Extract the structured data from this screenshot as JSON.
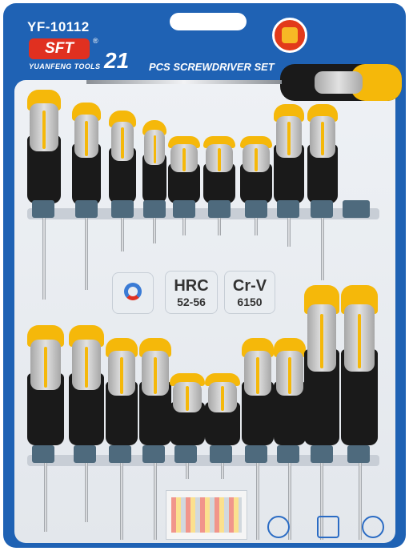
{
  "header": {
    "model": "YF-10112",
    "logo_text": "SFT",
    "registered_mark": "®",
    "brand_line": "YUANFENG TOOLS",
    "title_number": "21",
    "title_text": "PCS SCREWDRIVER SET"
  },
  "specs": [
    {
      "title": "HRC",
      "sub": "52-56"
    },
    {
      "title": "Cr-V",
      "sub": "6150"
    }
  ],
  "icons": {
    "magnet": "magnet-icon",
    "badge": "brand-badge-icon",
    "bits": "bit-pack-icon",
    "recycle": "recycle-icon",
    "trash": "trash-icon",
    "sgs": "sgs-icon"
  },
  "colors": {
    "card_blue": "#1f62b4",
    "handle_yellow": "#f5b80a",
    "handle_black": "#1a1a1a",
    "logo_red": "#e03020"
  },
  "tools": {
    "row1_count": 9,
    "row2_count": 10,
    "top_loose_count": 1
  }
}
